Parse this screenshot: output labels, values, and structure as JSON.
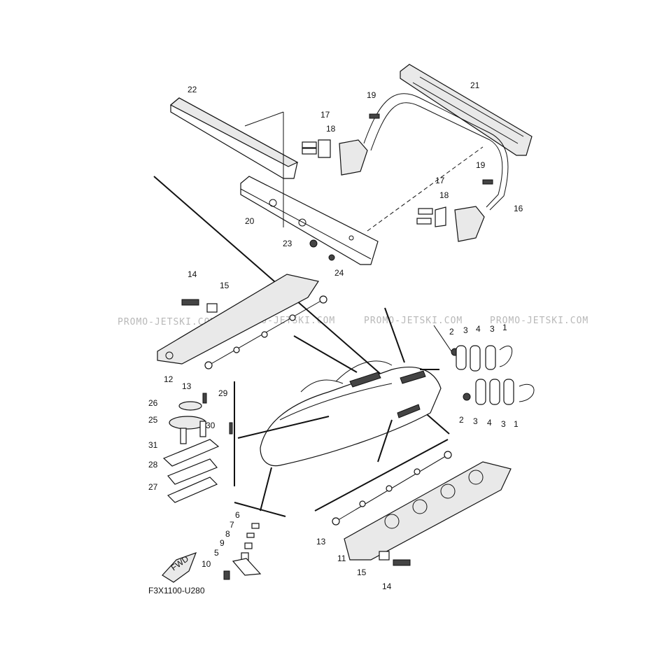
{
  "diagram": {
    "code": "F3X1100-U280",
    "fwd_label": "FWD",
    "watermark": "PROMO-JETSKI.COM",
    "callouts": {
      "c1a": "1",
      "c1b": "1",
      "c2a": "2",
      "c2b": "2",
      "c3a": "3",
      "c3b": "3",
      "c3c": "3",
      "c3d": "3",
      "c4a": "4",
      "c4b": "4",
      "c5": "5",
      "c6": "6",
      "c7": "7",
      "c8": "8",
      "c9": "9",
      "c10": "10",
      "c11": "11",
      "c12": "12",
      "c13a": "13",
      "c13b": "13",
      "c14a": "14",
      "c14b": "14",
      "c15a": "15",
      "c15b": "15",
      "c16": "16",
      "c17a": "17",
      "c17b": "17",
      "c18a": "18",
      "c18b": "18",
      "c19a": "19",
      "c19b": "19",
      "c20": "20",
      "c21": "21",
      "c22": "22",
      "c23": "23",
      "c24": "24",
      "c25": "25",
      "c26": "26",
      "c27": "27",
      "c28": "28",
      "c29": "29",
      "c30": "30",
      "c31": "31"
    }
  }
}
